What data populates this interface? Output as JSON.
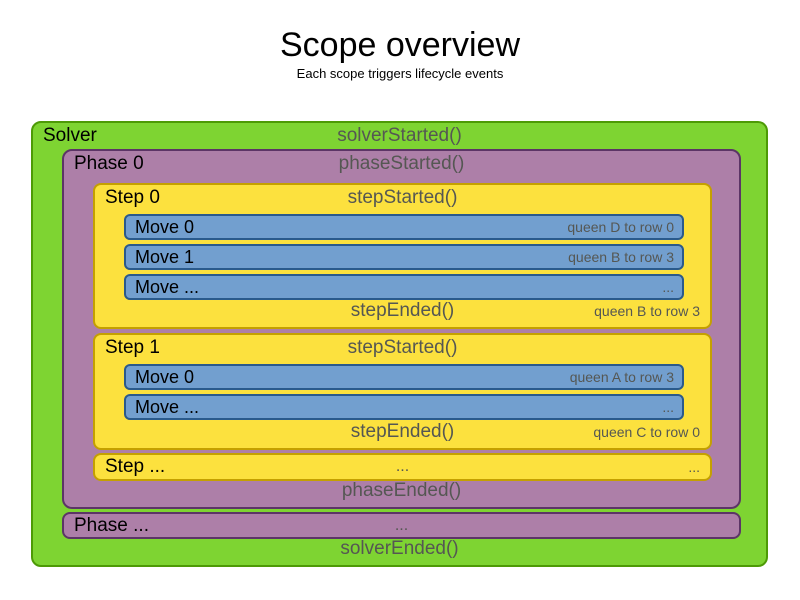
{
  "title": "Scope overview",
  "subtitle": "Each scope triggers lifecycle events",
  "colors": {
    "solver_fill": "#7ed432",
    "solver_border": "#4d9a06",
    "phase_fill": "#ad7fa8",
    "phase_border": "#5c3566",
    "step_fill": "#fce13e",
    "step_border": "#c4a000",
    "move_fill": "#729fcf",
    "move_border": "#2a5a8c",
    "event_text": "#555753",
    "label_text": "#000000"
  },
  "solver": {
    "label": "Solver",
    "started_event": "solverStarted()",
    "ended_event": "solverEnded()"
  },
  "phase0": {
    "label": "Phase 0",
    "started_event": "phaseStarted()",
    "ended_event": "phaseEnded()"
  },
  "phase_more": {
    "label": "Phase ...",
    "center_text": "..."
  },
  "steps": [
    {
      "label": "Step 0",
      "started_event": "stepStarted()",
      "ended_event": "stepEnded()",
      "ended_note": "queen B to row 3",
      "moves": [
        {
          "label": "Move 0",
          "note": "queen D to row 0"
        },
        {
          "label": "Move 1",
          "note": "queen B to row 3"
        },
        {
          "label": "Move ...",
          "note": "..."
        }
      ]
    },
    {
      "label": "Step 1",
      "started_event": "stepStarted()",
      "ended_event": "stepEnded()",
      "ended_note": "queen C to row 0",
      "moves": [
        {
          "label": "Move 0",
          "note": "queen A to row 3"
        },
        {
          "label": "Move ...",
          "note": "..."
        }
      ]
    }
  ],
  "step_more": {
    "label": "Step ...",
    "center_text": "...",
    "right_text": "..."
  }
}
